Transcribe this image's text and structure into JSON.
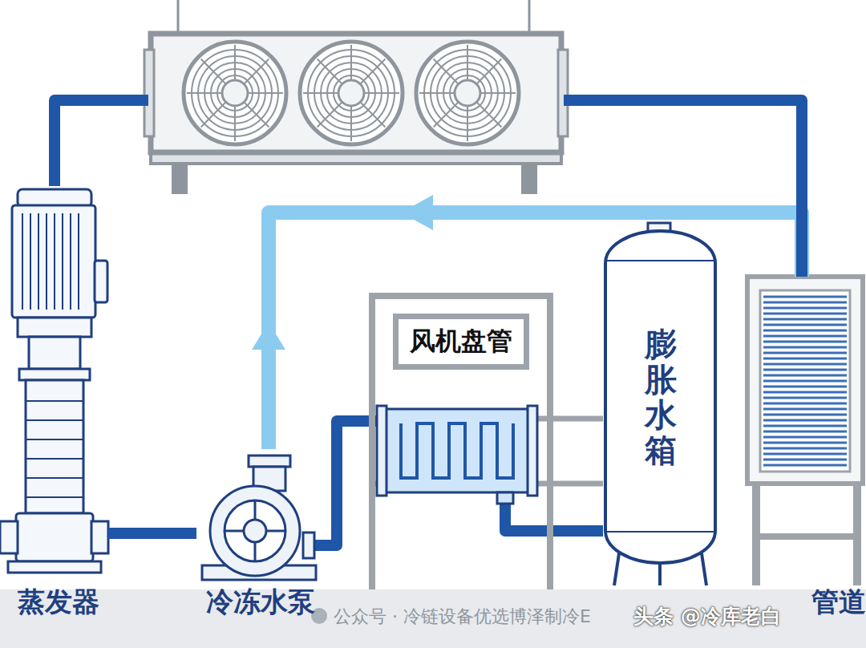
{
  "diagram": {
    "nodes": [
      {
        "text": [
          "蒸发器"
        ]
      },
      {
        "text": [
          "冷冻水泵"
        ]
      },
      {
        "text": [
          "风机盘管"
        ]
      },
      {
        "text": [
          "膨胀水箱"
        ]
      },
      {
        "text": [
          "管道"
        ]
      }
    ],
    "edges": [
      {
        "from": 0,
        "to": 1,
        "arrow": "none"
      },
      {
        "from": 1,
        "to": 2,
        "arrow": "none"
      },
      {
        "from": 2,
        "to": 3,
        "arrow": "none"
      },
      {
        "from": 0,
        "to": 4,
        "arrow": "none"
      },
      {
        "from": 1,
        "to": 4,
        "arrow": "none"
      }
    ],
    "labels": [
      "公众号 · 冷链设备优选博泽制冷E",
      "头条 @冷库老白"
    ]
  }
}
